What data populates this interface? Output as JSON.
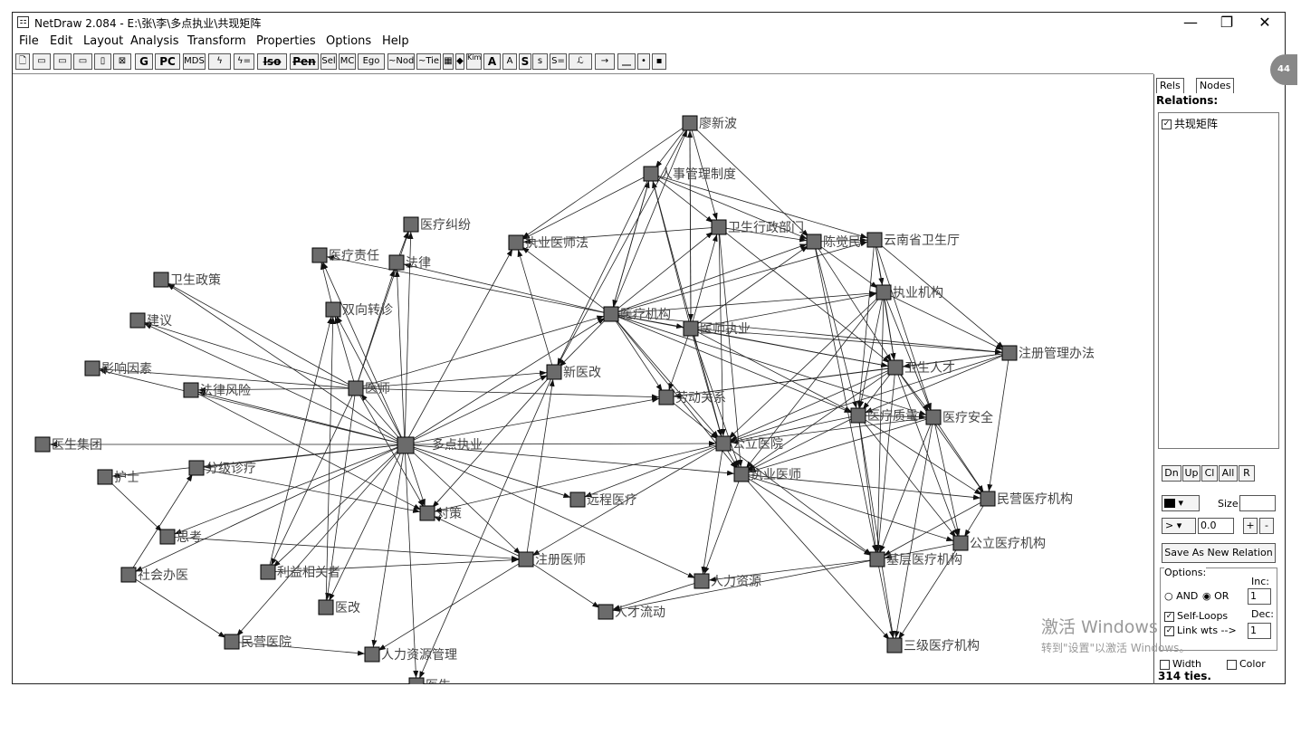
{
  "window": {
    "title": "NetDraw 2.084 - E:\\张\\李\\多点执业\\共现矩阵",
    "icon": "netdraw-app-icon",
    "controls": {
      "minimize": "—",
      "maximize": "❐",
      "close": "✕"
    }
  },
  "menu": [
    "File",
    "Edit",
    "Layout",
    "Analysis",
    "Transform",
    "Properties",
    "Options",
    "Help"
  ],
  "toolbar": [
    "",
    "",
    "",
    "",
    "",
    "",
    "G",
    "PC",
    "MDS",
    "",
    "",
    "Iso",
    "Pen",
    "Sel",
    "MC",
    "Ego",
    "~Node",
    "~Tie",
    "",
    "",
    "Kim Bill",
    "A",
    "A",
    "S",
    "s",
    "S=",
    "",
    "",
    "",
    "",
    ""
  ],
  "side_panel": {
    "tabs": [
      "Rels",
      "Nodes"
    ],
    "relations_label": "Relations:",
    "relations": [
      {
        "label": "共现矩阵",
        "checked": true
      }
    ],
    "buttons": [
      "Dn",
      "Up",
      "Cl",
      "All",
      "R"
    ],
    "size_label": "Size:",
    "size_value": "",
    "op_value": ">",
    "threshold": "0.0",
    "plus": "+",
    "minus": "-",
    "save_button": "Save As New Relation",
    "options": {
      "label": "Options:",
      "inc_label": "Inc:",
      "inc_value": "1",
      "and_label": "AND",
      "or_label": "OR",
      "and_selected": false,
      "or_selected": true,
      "self_loops": "Self-Loops",
      "self_loops_checked": true,
      "dec_label": "Dec:",
      "link_wts": "Link wts -->",
      "link_wts_checked": true,
      "dec_value": "1",
      "width": "Width",
      "width_checked": false,
      "color": "Color",
      "color_checked": false
    },
    "ties": "314 ties."
  },
  "watermark": {
    "line1": "激活 Windows",
    "line2": "转到\"设置\"以激活 Windows。"
  },
  "badge": "44",
  "network": {
    "node_color": "#6b6b6b",
    "nodes": [
      "廖新波",
      "人事管理制度",
      "卫生行政部门",
      "陈觉民",
      "云南省卫生厅",
      "执业医师法",
      "医疗纠纷",
      "医疗责任",
      "法律",
      "卫生政策",
      "建议",
      "双向转诊",
      "医疗机构",
      "医师执业",
      "执业机构",
      "注册管理办法",
      "影响因素",
      "法律风险",
      "医师",
      "新医改",
      "劳动关系",
      "卫生人才",
      "医疗质量",
      "医疗安全",
      "医生集团",
      "多点执业",
      "公立医院",
      "执业医师",
      "护士",
      "分级诊疗",
      "远程医疗",
      "对策",
      "民营医疗机构",
      "思考",
      "公立医疗机构",
      "社会办医",
      "利益相关者",
      "注册医师",
      "基层医疗机构",
      "人力资源",
      "医改",
      "人才流动",
      "民营医院",
      "三级医疗机构",
      "人力资源管理",
      "医生"
    ],
    "edges": [
      [
        25,
        18
      ],
      [
        25,
        12
      ],
      [
        25,
        19
      ],
      [
        25,
        26
      ],
      [
        25,
        27
      ],
      [
        25,
        31
      ],
      [
        25,
        37
      ],
      [
        25,
        44
      ],
      [
        25,
        45
      ],
      [
        25,
        40
      ],
      [
        25,
        11
      ],
      [
        25,
        7
      ],
      [
        25,
        8
      ],
      [
        25,
        6
      ],
      [
        25,
        5
      ],
      [
        25,
        17
      ],
      [
        25,
        16
      ],
      [
        25,
        24
      ],
      [
        25,
        29
      ],
      [
        25,
        28
      ],
      [
        25,
        33
      ],
      [
        25,
        35
      ],
      [
        25,
        36
      ],
      [
        25,
        39
      ],
      [
        25,
        30
      ],
      [
        25,
        20
      ],
      [
        25,
        10
      ],
      [
        25,
        9
      ],
      [
        25,
        42
      ],
      [
        18,
        12
      ],
      [
        18,
        8
      ],
      [
        18,
        6
      ],
      [
        18,
        11
      ],
      [
        18,
        17
      ],
      [
        18,
        16
      ],
      [
        18,
        10
      ],
      [
        18,
        9
      ],
      [
        18,
        20
      ],
      [
        18,
        31
      ],
      [
        18,
        36
      ],
      [
        18,
        40
      ],
      [
        18,
        19
      ],
      [
        12,
        13
      ],
      [
        12,
        19
      ],
      [
        12,
        20
      ],
      [
        12,
        2
      ],
      [
        12,
        1
      ],
      [
        12,
        5
      ],
      [
        12,
        3
      ],
      [
        12,
        4
      ],
      [
        12,
        14
      ],
      [
        12,
        15
      ],
      [
        12,
        21
      ],
      [
        12,
        22
      ],
      [
        12,
        7
      ],
      [
        12,
        8
      ],
      [
        12,
        23
      ],
      [
        12,
        26
      ],
      [
        12,
        27
      ],
      [
        12,
        0
      ],
      [
        13,
        1
      ],
      [
        13,
        2
      ],
      [
        13,
        3
      ],
      [
        13,
        14
      ],
      [
        13,
        21
      ],
      [
        13,
        26
      ],
      [
        13,
        15
      ],
      [
        13,
        20
      ],
      [
        13,
        0
      ],
      [
        13,
        27
      ],
      [
        13,
        22
      ],
      [
        0,
        1
      ],
      [
        0,
        5
      ],
      [
        0,
        3
      ],
      [
        0,
        13
      ],
      [
        0,
        19
      ],
      [
        0,
        2
      ],
      [
        1,
        2
      ],
      [
        1,
        5
      ],
      [
        1,
        3
      ],
      [
        1,
        19
      ],
      [
        1,
        26
      ],
      [
        1,
        4
      ],
      [
        1,
        12
      ],
      [
        2,
        3
      ],
      [
        2,
        26
      ],
      [
        2,
        27
      ],
      [
        2,
        5
      ],
      [
        2,
        21
      ],
      [
        3,
        4
      ],
      [
        3,
        21
      ],
      [
        3,
        14
      ],
      [
        3,
        22
      ],
      [
        3,
        38
      ],
      [
        4,
        14
      ],
      [
        4,
        21
      ],
      [
        4,
        22
      ],
      [
        4,
        15
      ],
      [
        4,
        23
      ],
      [
        14,
        21
      ],
      [
        14,
        22
      ],
      [
        14,
        38
      ],
      [
        14,
        15
      ],
      [
        14,
        27
      ],
      [
        14,
        26
      ],
      [
        14,
        23
      ],
      [
        15,
        21
      ],
      [
        15,
        22
      ],
      [
        15,
        32
      ],
      [
        15,
        26
      ],
      [
        15,
        20
      ],
      [
        21,
        22
      ],
      [
        21,
        23
      ],
      [
        21,
        38
      ],
      [
        21,
        32
      ],
      [
        21,
        26
      ],
      [
        21,
        27
      ],
      [
        21,
        34
      ],
      [
        21,
        20
      ],
      [
        22,
        23
      ],
      [
        22,
        38
      ],
      [
        22,
        34
      ],
      [
        22,
        26
      ],
      [
        22,
        27
      ],
      [
        22,
        32
      ],
      [
        22,
        43
      ],
      [
        23,
        32
      ],
      [
        23,
        34
      ],
      [
        23,
        38
      ],
      [
        23,
        26
      ],
      [
        23,
        27
      ],
      [
        23,
        43
      ],
      [
        26,
        27
      ],
      [
        26,
        38
      ],
      [
        26,
        30
      ],
      [
        26,
        31
      ],
      [
        26,
        37
      ],
      [
        26,
        39
      ],
      [
        27,
        38
      ],
      [
        27,
        34
      ],
      [
        27,
        32
      ],
      [
        27,
        43
      ],
      [
        27,
        39
      ],
      [
        32,
        34
      ],
      [
        32,
        38
      ],
      [
        34,
        38
      ],
      [
        34,
        43
      ],
      [
        38,
        43
      ],
      [
        38,
        39
      ],
      [
        38,
        41
      ],
      [
        35,
        42
      ],
      [
        35,
        29
      ],
      [
        42,
        44
      ],
      [
        28,
        33
      ],
      [
        29,
        31
      ],
      [
        33,
        37
      ],
      [
        36,
        37
      ],
      [
        36,
        11
      ],
      [
        37,
        31
      ],
      [
        37,
        41
      ],
      [
        37,
        44
      ],
      [
        37,
        19
      ],
      [
        19,
        45
      ],
      [
        19,
        31
      ],
      [
        40,
        11
      ],
      [
        8,
        6
      ],
      [
        11,
        7
      ],
      [
        17,
        31
      ],
      [
        19,
        5
      ],
      [
        20,
        26
      ],
      [
        39,
        41
      ]
    ]
  }
}
